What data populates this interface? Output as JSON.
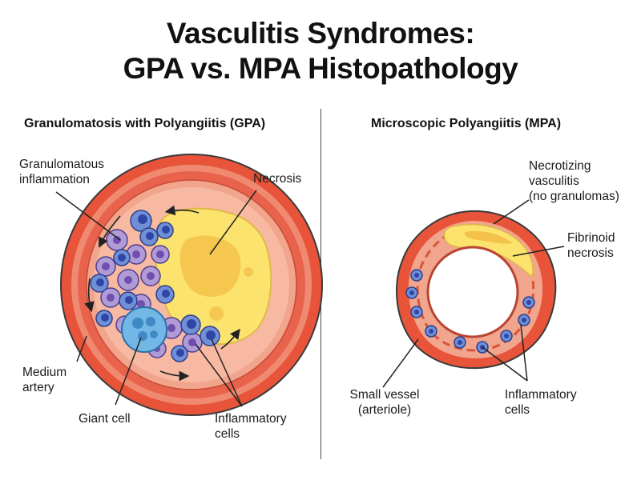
{
  "title": {
    "line1": "Vasculitis Syndromes:",
    "line2": "GPA vs. MPA Histopathology"
  },
  "gpa": {
    "heading": "Granulomatosis with Polyangiitis (GPA)",
    "labels": {
      "granulomatous": [
        "Granulomatous",
        "inflammation"
      ],
      "necrosis": [
        "Necrosis"
      ],
      "medium_artery": [
        "Medium",
        "artery"
      ],
      "giant_cell": [
        "Giant cell"
      ],
      "inflammatory_cells": [
        "Inflammatory",
        "cells"
      ]
    }
  },
  "mpa": {
    "heading": "Microscopic Polyangiitis (MPA)",
    "labels": {
      "necrotizing": [
        "Necrotizing",
        "vasculitis",
        "(no granulomas)"
      ],
      "fibrinoid": [
        "Fibrinoid",
        "necrosis"
      ],
      "small_vessel": [
        "Small vessel",
        "(arteriole)"
      ],
      "inflammatory_cells": [
        "Inflammatory",
        "cells"
      ]
    }
  },
  "colors": {
    "adventitia": "#e8543a",
    "media": "#f0a58c",
    "media_inner": "#e85c45",
    "necrosis_yellow": "#fbe36e",
    "necrosis_orange": "#f4c24a",
    "cell_blue": "#6f8fd6",
    "cell_purple": "#b19bd6",
    "giant_cell": "#72b7e6",
    "outline": "#333333"
  }
}
